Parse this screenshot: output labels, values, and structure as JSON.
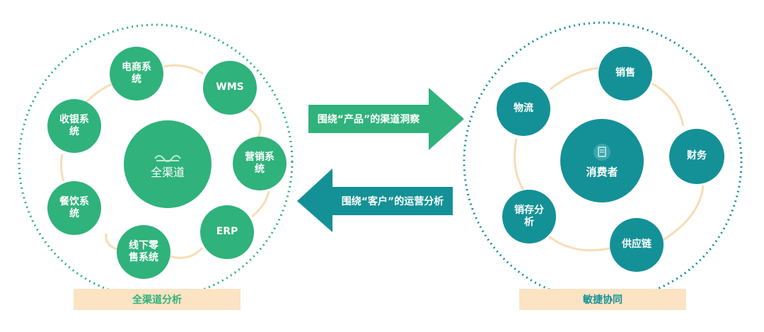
{
  "left_group": {
    "center_label": "全渠道",
    "nodes": [
      "电商系统",
      "WMS",
      "营销系统",
      "ERP",
      "线下零售系统",
      "餐饮系统",
      "收银系统"
    ],
    "footer_label": "全渠道分析"
  },
  "right_group": {
    "center_label": "消费者",
    "nodes": [
      "销售",
      "财务",
      "供应链",
      "销存分析",
      "物流"
    ],
    "footer_label": "敏捷协同"
  },
  "arrows": {
    "forward": "围绕“产品”的渠道洞察",
    "backward": "围绕“客户”的运营分析"
  },
  "colors": {
    "left_node": "#2fb27b",
    "right_node": "#149196",
    "connector": "#f7ddb6",
    "footer_bg": "#fbe3c4",
    "left_footer_text": "#2fb27b",
    "right_footer_text": "#149196",
    "arrow_fill": "#2fb27b",
    "arrow_fill_teal": "#149196"
  },
  "icons": [
    "wave-icon",
    "document-icon"
  ]
}
